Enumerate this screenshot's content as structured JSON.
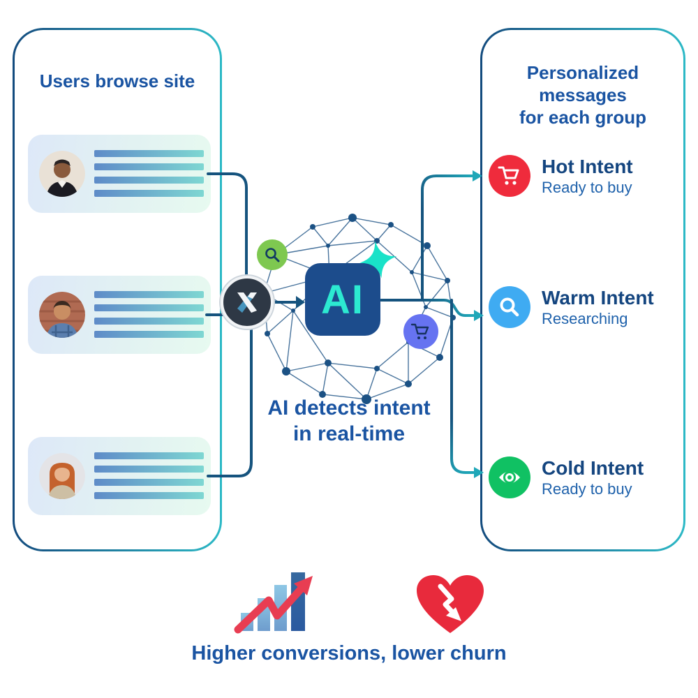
{
  "left_panel": {
    "title": "Users browse site",
    "cards": [
      {
        "avatar": "man-dark-suit",
        "placeholder_bars": 4
      },
      {
        "avatar": "man-plaid-shirt",
        "placeholder_bars": 4
      },
      {
        "avatar": "woman-red-hair",
        "placeholder_bars": 4
      }
    ]
  },
  "center": {
    "badge": "AI",
    "caption_line1": "AI detects intent",
    "caption_line2": "in real-time",
    "orbit_icons": [
      "search-icon",
      "brand-x-icon",
      "cart-icon",
      "sparkle-icon"
    ]
  },
  "right_panel": {
    "title_line1": "Personalized messages",
    "title_line2": "for each group",
    "groups": [
      {
        "name": "Hot Intent",
        "desc": "Ready to buy",
        "icon": "cart-icon",
        "color": "#ef2b3c"
      },
      {
        "name": "Warm Intent",
        "desc": "Researching",
        "icon": "search-icon",
        "color": "#3fabf2"
      },
      {
        "name": "Cold Intent",
        "desc": "Ready to buy",
        "icon": "eye-icon",
        "color": "#10c163"
      }
    ]
  },
  "footer": {
    "caption": "Higher conversions, lower churn",
    "icons": [
      "rising-bar-chart-icon",
      "declining-heart-icon"
    ]
  },
  "theme": {
    "heading_blue": "#1a54a2",
    "navy": "#14457f",
    "subtitle_blue": "#1e61ab",
    "connector_dark": "#15537e",
    "connector_teal": "#1fa7b8",
    "ai_box_blue": "#1c4c8c",
    "ai_teal": "#2ce9d1",
    "panel_border_start": "#134b7e",
    "panel_border_end": "#2cb9c6"
  }
}
